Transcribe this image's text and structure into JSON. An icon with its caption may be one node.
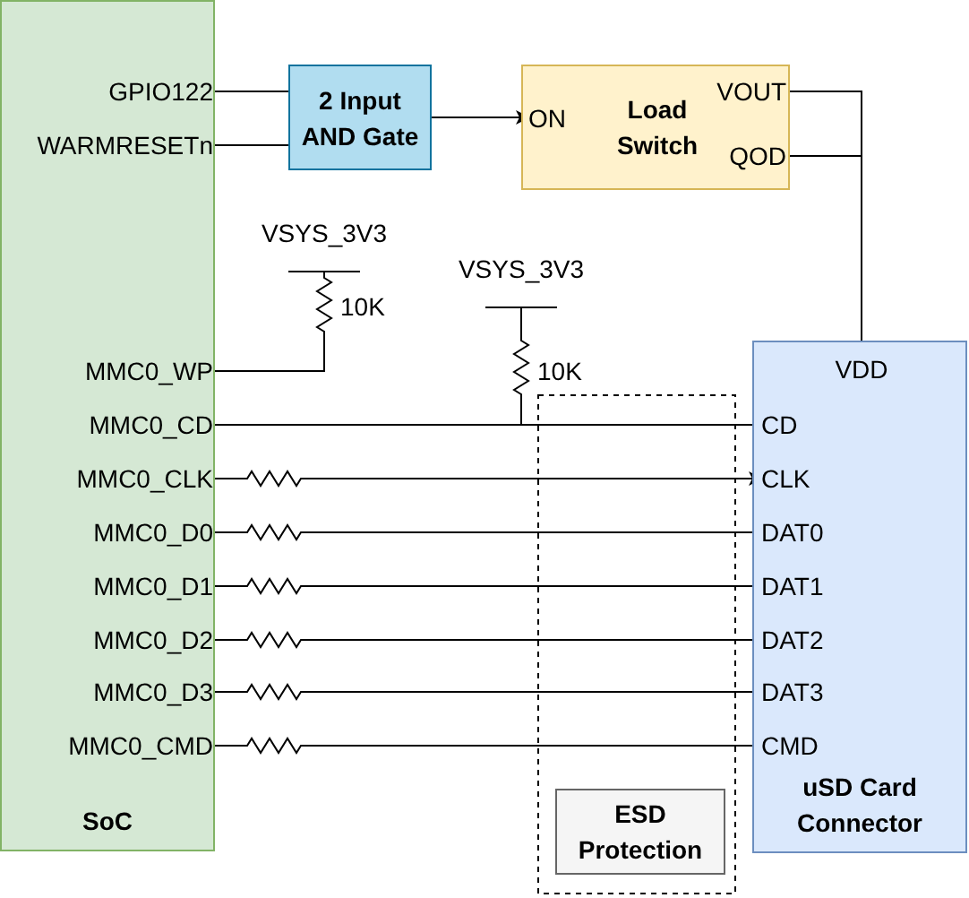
{
  "diagram": {
    "nodes": [
      {
        "text": [
          "SoC"
        ]
      },
      {
        "text": [
          "GPIO122"
        ],
        "in": 0
      },
      {
        "text": [
          "WARMRESETn"
        ],
        "in": 0
      },
      {
        "text": [
          "MMC0_WP"
        ],
        "in": 0
      },
      {
        "text": [
          "MMC0_CD"
        ],
        "in": 0
      },
      {
        "text": [
          "MMC0_CLK"
        ],
        "in": 0
      },
      {
        "text": [
          "MMC0_D0"
        ],
        "in": 0
      },
      {
        "text": [
          "MMC0_D1"
        ],
        "in": 0
      },
      {
        "text": [
          "MMC0_D2"
        ],
        "in": 0
      },
      {
        "text": [
          "MMC0_D3"
        ],
        "in": 0
      },
      {
        "text": [
          "MMC0_CMD"
        ],
        "in": 0
      },
      {
        "text": [
          "2 Input AND Gate"
        ]
      },
      {
        "text": [
          "Load Switch"
        ]
      },
      {
        "text": [
          "ON"
        ],
        "in": 12
      },
      {
        "text": [
          "VOUT"
        ],
        "in": 12
      },
      {
        "text": [
          "QOD"
        ],
        "in": 12
      },
      {
        "text": [
          "uSD Card Connector"
        ]
      },
      {
        "text": [
          "VDD"
        ],
        "in": 16
      },
      {
        "text": [
          "CD"
        ],
        "in": 16
      },
      {
        "text": [
          "CLK"
        ],
        "in": 16
      },
      {
        "text": [
          "DAT0"
        ],
        "in": 16
      },
      {
        "text": [
          "DAT1"
        ],
        "in": 16
      },
      {
        "text": [
          "DAT2"
        ],
        "in": 16
      },
      {
        "text": [
          "DAT3"
        ],
        "in": 16
      },
      {
        "text": [
          "CMD"
        ],
        "in": 16
      },
      {
        "text": [
          "ESD Protection"
        ]
      },
      {
        "text": [
          "VSYS_3V3"
        ]
      },
      {
        "text": [
          "VSYS_3V3"
        ]
      }
    ],
    "edges": [
      {
        "from": 1,
        "to": 11,
        "arrow": "none"
      },
      {
        "from": 2,
        "to": 11,
        "arrow": "none"
      },
      {
        "from": 11,
        "to": 13,
        "arrow": "to"
      },
      {
        "from": 14,
        "to": 17,
        "arrow": "none"
      },
      {
        "from": 15,
        "to": 17,
        "arrow": "none"
      },
      {
        "from": 26,
        "to": 3,
        "arrow": "none",
        "label": "10K"
      },
      {
        "from": 27,
        "to": 4,
        "arrow": "none",
        "label": "10K"
      },
      {
        "from": 4,
        "to": 18,
        "arrow": "none"
      },
      {
        "from": 5,
        "to": 19,
        "arrow": "to"
      },
      {
        "from": 6,
        "to": 20,
        "arrow": "none"
      },
      {
        "from": 7,
        "to": 21,
        "arrow": "none"
      },
      {
        "from": 8,
        "to": 22,
        "arrow": "none"
      },
      {
        "from": 9,
        "to": 23,
        "arrow": "none"
      },
      {
        "from": 10,
        "to": 24,
        "arrow": "none"
      }
    ]
  }
}
